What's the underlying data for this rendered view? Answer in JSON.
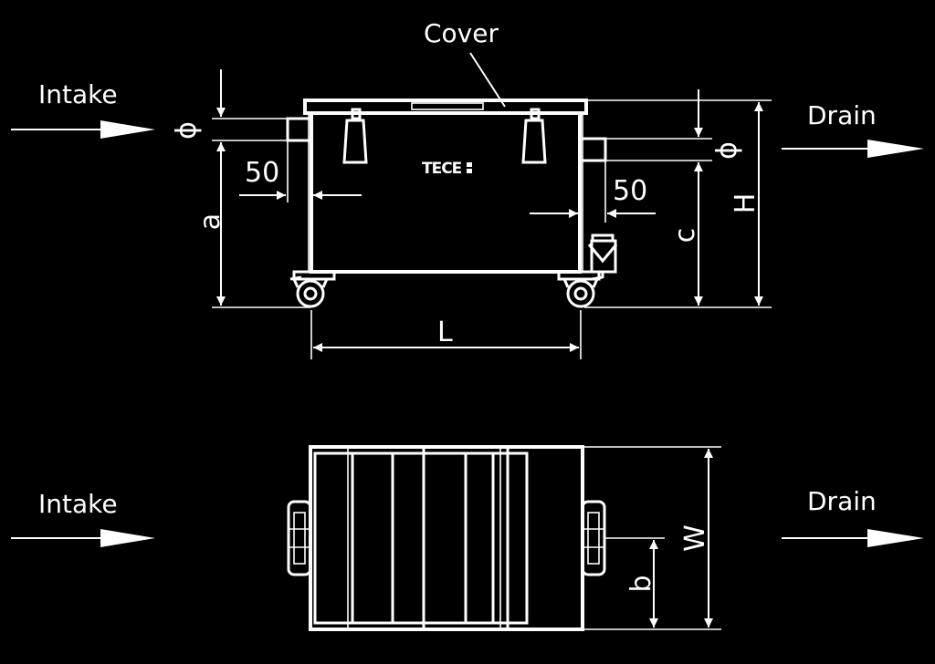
{
  "labels": {
    "cover": "Cover",
    "intake_top": "Intake",
    "drain_top": "Drain",
    "intake_bottom": "Intake",
    "drain_bottom": "Drain",
    "phi_inlet": "ϕ",
    "phi_outlet": "ϕ",
    "offset_inlet": "50",
    "offset_outlet": "50",
    "dim_a": "a",
    "dim_c": "c",
    "dim_H": "H",
    "dim_L": "L",
    "dim_W": "W",
    "dim_b": "b",
    "brand_logo": "TECE"
  },
  "colors": {
    "background": "#000000",
    "lines": "#ffffff"
  }
}
